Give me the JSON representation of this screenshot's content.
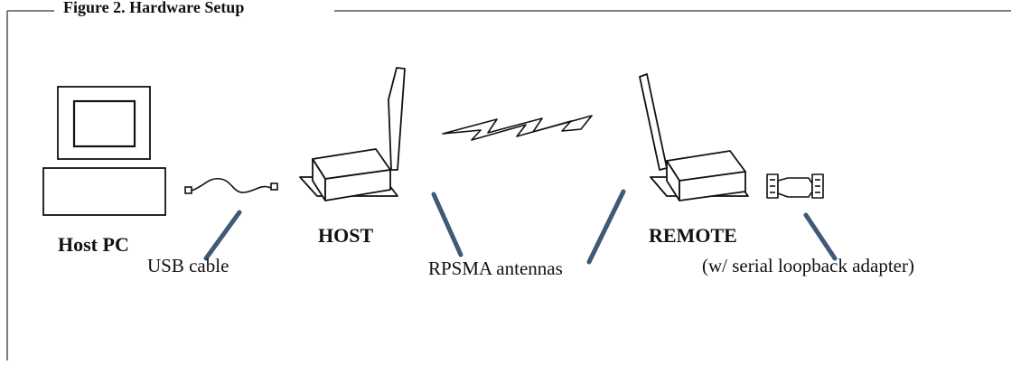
{
  "figure": {
    "title": "Figure 2.  Hardware Setup"
  },
  "labels": {
    "host_pc": "Host PC",
    "host": "HOST",
    "remote": "REMOTE",
    "usb_cable": "USB cable",
    "rpsma_antennas": "RPSMA antennas",
    "loopback_adapter": "(w/ serial loopback adapter)"
  },
  "colors": {
    "frame": "#555555",
    "outline": "#111111",
    "pointer": "#3e5a78"
  },
  "icons": [
    "computer-icon",
    "usb-cable-icon",
    "radio-modem-icon",
    "wireless-signal-icon",
    "serial-loopback-adapter-icon"
  ]
}
